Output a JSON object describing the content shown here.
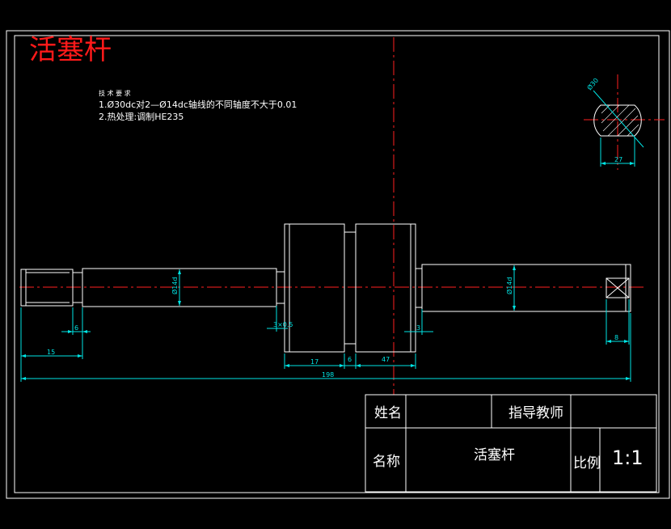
{
  "drawing": {
    "title": "活塞杆",
    "tech_requirements": {
      "heading": "技 术 要 求",
      "line1": "1.Ø30dc对2—Ø14dc轴线的不同轴度不大于0.01",
      "line2": "2.热处理:调制HE235"
    },
    "dimensions": {
      "d_left_step": "6",
      "d_left_end": "15",
      "d_shaft_left": "Ø14d",
      "d_groove": "3×0.5",
      "d_piston_left": "17",
      "d_piston_gap": "6",
      "d_piston_right": "47",
      "d_right_gap": "3",
      "d_shaft_right": "Ø14d",
      "d_total": "198",
      "d_square": "8",
      "d_section_dia": "Ø30",
      "d_section_flat": "27"
    },
    "title_block": {
      "name_label": "姓名",
      "name_value": "",
      "teacher_label": "指导教师",
      "teacher_value": "",
      "part_label": "名称",
      "part_value": "活塞杆",
      "scale_label": "比例",
      "scale_value": "1:1"
    },
    "colors": {
      "background": "#000000",
      "outline": "#ffffff",
      "dimension": "#00e5e5",
      "centerline": "#ff2020",
      "title": "#ff1a1a"
    }
  }
}
